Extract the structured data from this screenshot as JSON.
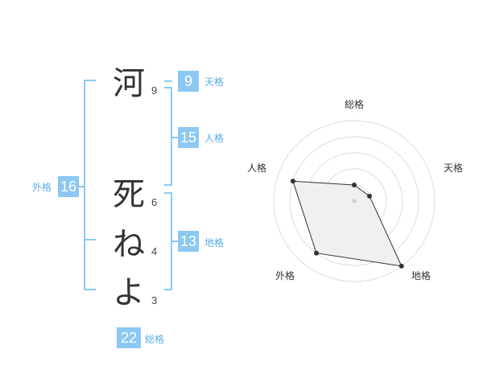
{
  "name": {
    "characters": [
      {
        "char": "河",
        "strokes": "9"
      },
      {
        "char": "死",
        "strokes": "6"
      },
      {
        "char": "ね",
        "strokes": "4"
      },
      {
        "char": "よ",
        "strokes": "3"
      }
    ]
  },
  "kaku": {
    "tenkaku": {
      "value": "9",
      "label": "天格"
    },
    "jinkaku": {
      "value": "15",
      "label": "人格"
    },
    "chikaku": {
      "value": "13",
      "label": "地格"
    },
    "gaikaku": {
      "value": "16",
      "label": "外格"
    },
    "soukaku": {
      "value": "22",
      "label": "総格"
    }
  },
  "colors": {
    "bracket": "#8cc8f2",
    "badge": "#8cc8f2",
    "label": "#5aaee8",
    "radar_fill": "#eeeeee",
    "radar_line": "#333333"
  },
  "chart_data": {
    "type": "radar",
    "axes": [
      "総格",
      "天格",
      "地格",
      "外格",
      "人格"
    ],
    "values": [
      0.2,
      0.2,
      1.0,
      0.8,
      0.8
    ],
    "rings": 5,
    "range": [
      0,
      1
    ]
  }
}
